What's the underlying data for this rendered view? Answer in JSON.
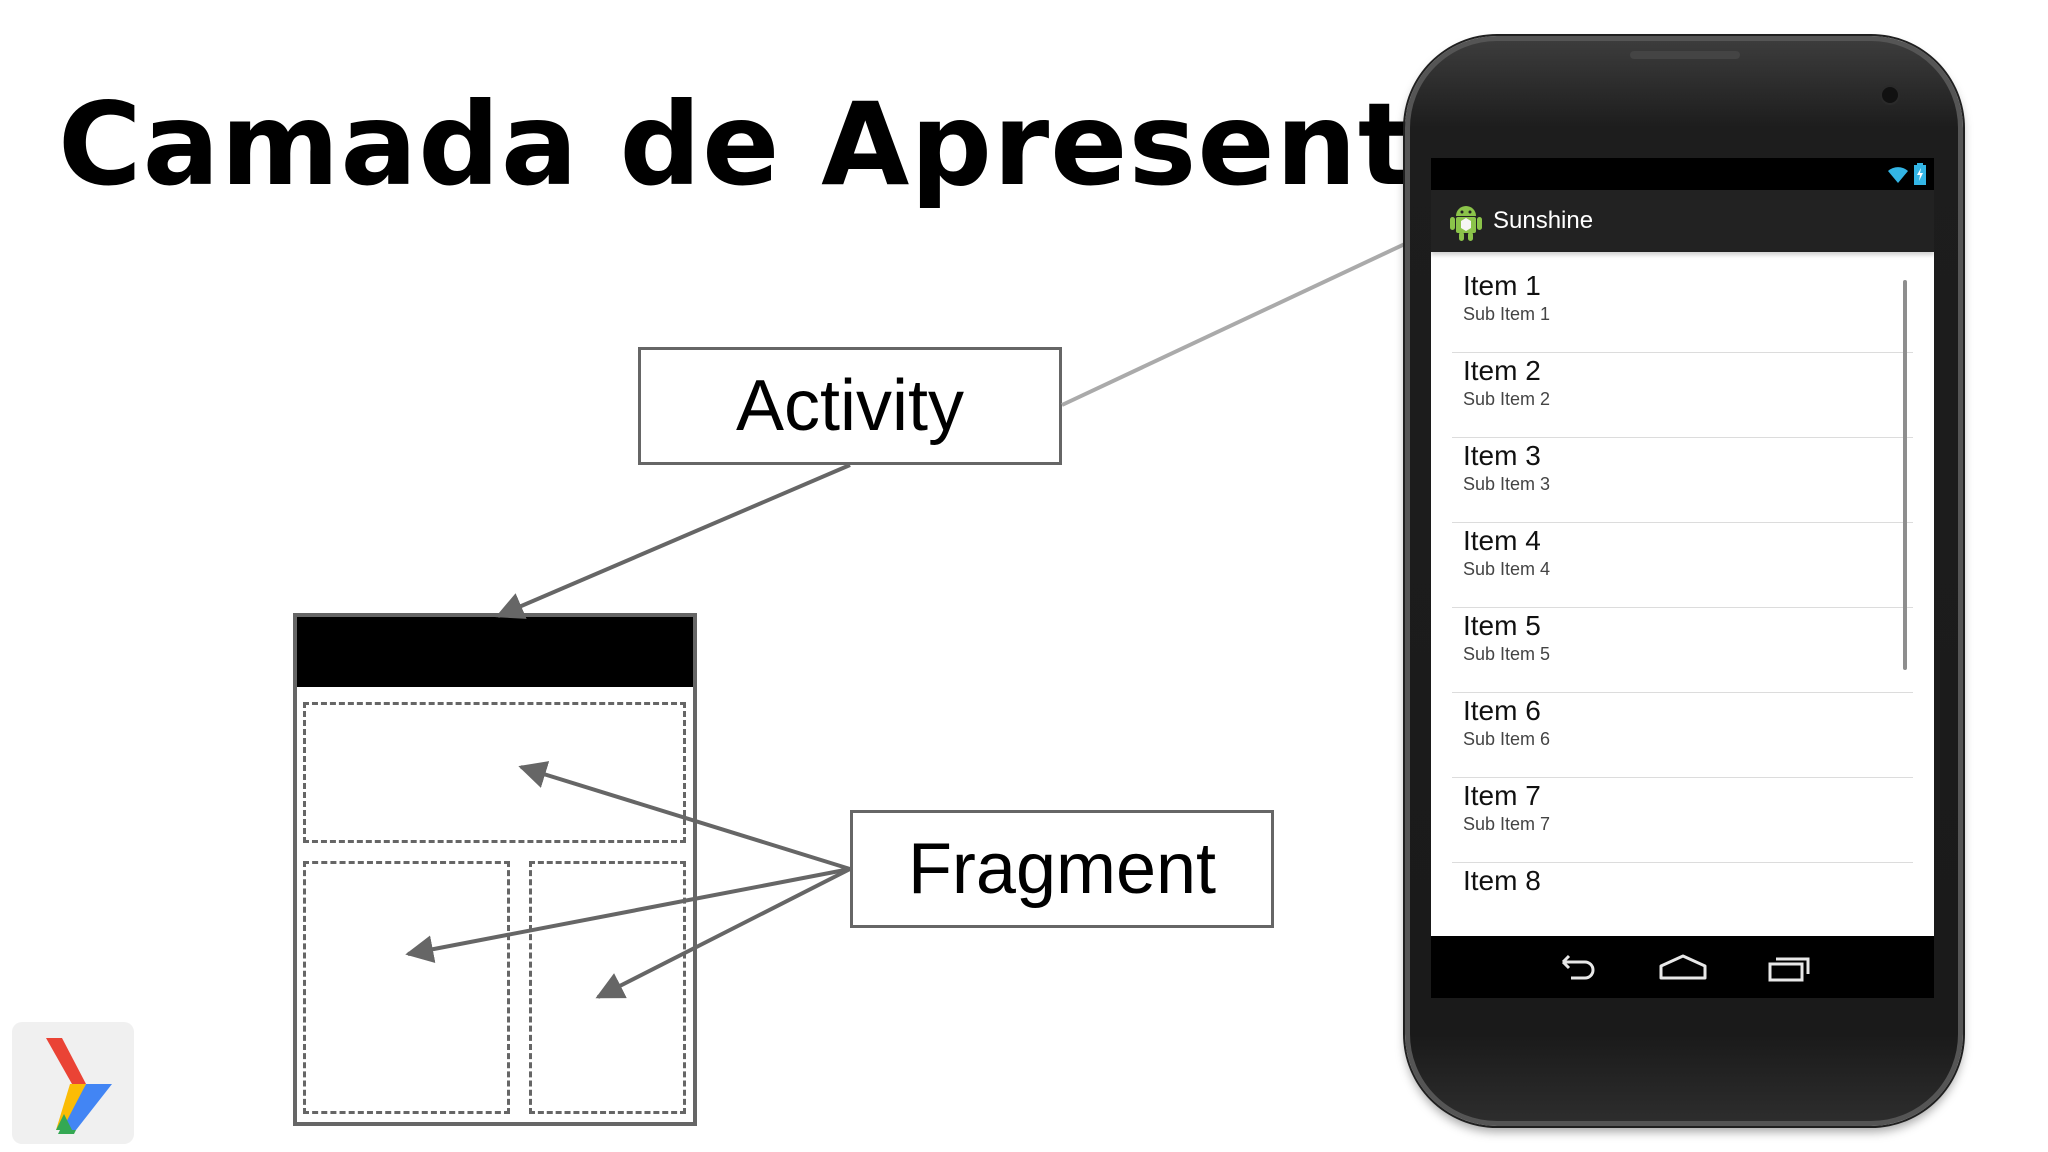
{
  "slide": {
    "title": "Camada de Apresentação"
  },
  "labels": {
    "activity": "Activity",
    "fragment": "Fragment"
  },
  "phone": {
    "app_title": "Sunshine",
    "items": [
      {
        "title": "Item 1",
        "subtitle": "Sub Item 1"
      },
      {
        "title": "Item 2",
        "subtitle": "Sub Item 2"
      },
      {
        "title": "Item 3",
        "subtitle": "Sub Item 3"
      },
      {
        "title": "Item 4",
        "subtitle": "Sub Item 4"
      },
      {
        "title": "Item 5",
        "subtitle": "Sub Item 5"
      },
      {
        "title": "Item 6",
        "subtitle": "Sub Item 6"
      },
      {
        "title": "Item 7",
        "subtitle": "Sub Item 7"
      },
      {
        "title": "Item 8",
        "subtitle": ""
      }
    ],
    "icons": {
      "status": [
        "wifi-icon",
        "battery-icon"
      ],
      "app": "android-app-icon",
      "nav": [
        "back-icon",
        "home-icon",
        "recents-icon"
      ]
    }
  },
  "colors": {
    "diagram_stroke": "#666666",
    "pointer_line_to_phone": "#aaaaaa",
    "action_bar": "#222222",
    "status_bar": "#000000",
    "wifi": "#33b5e5",
    "app_icon": "#8bc34a"
  }
}
